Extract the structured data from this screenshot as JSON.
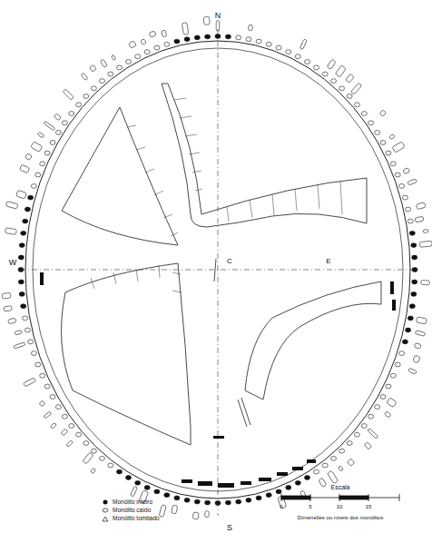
{
  "diagram": {
    "labels": [
      "N",
      "S",
      "W",
      "E",
      "C",
      "Escala",
      "0",
      "5",
      "10",
      "15",
      "Dimensões ou níveis dos monólitos"
    ],
    "legend": [
      {
        "text": "Monólito inteiro"
      },
      {
        "text": "Monólito caído"
      },
      {
        "text": "Monólito tombado"
      }
    ]
  }
}
